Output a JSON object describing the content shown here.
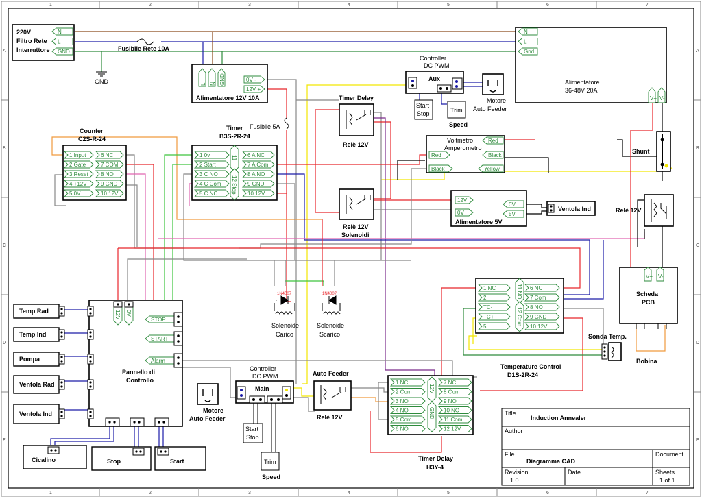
{
  "sheet": {
    "col_numbers": [
      "1",
      "2",
      "3",
      "4",
      "5",
      "6",
      "7"
    ],
    "row_letters": [
      "A",
      "B",
      "C",
      "D",
      "E"
    ]
  },
  "mains": {
    "title": [
      "220V",
      "Filtro Rete",
      "Interruttore"
    ],
    "pins": [
      "N",
      "L",
      "GND"
    ],
    "fuse_label": "Fusibile Rete 10A",
    "gnd_label": "GND"
  },
  "psu_big": {
    "title": [
      "Alimentatore",
      "36-48V 20A"
    ],
    "pins": [
      "N",
      "L",
      "Gnd"
    ],
    "out_pins": [
      "V+",
      "V-"
    ]
  },
  "psu12": {
    "title": "Alimentatore 12V 10A",
    "in_pins": [
      "L",
      "N",
      "GND"
    ],
    "out_pins": [
      "0V -",
      "12V +"
    ]
  },
  "aux_ctrl": {
    "title": [
      "Controller",
      "DC PWM"
    ],
    "name": "Aux",
    "start_stop": [
      "Start",
      "Stop"
    ],
    "trim": "Trim",
    "speed": "Speed"
  },
  "motor_aux": {
    "title": [
      "Motore",
      "Auto Feeder"
    ]
  },
  "timer_delay_top": {
    "title": "Timer Delay",
    "relay": "Relè 12V"
  },
  "fuse5": "Fusibile 5A",
  "counter": {
    "title": [
      "Counter",
      "C2S-R-24"
    ],
    "pins_left": [
      "1 Input",
      "2 Gate",
      "3 Reset",
      "4 +12V",
      "5 0V"
    ],
    "pins_right": [
      "6 NC",
      "7 COM",
      "8 NO",
      "9 GND",
      "10 12V"
    ]
  },
  "timer_b3s": {
    "title": [
      "Timer",
      "B3S-2R-24"
    ],
    "pins_left": [
      "1 0v",
      "2 Start",
      "3 C NO",
      "4 C Com",
      "5 C NC"
    ],
    "pins_right": [
      "6 A NC",
      "7 A Com",
      "8 A NO",
      "9 GND",
      "10 12V"
    ],
    "vertical": [
      "11",
      "12 Stop"
    ]
  },
  "voltmetro": {
    "title": [
      "Voltmetro",
      "Amperometro"
    ],
    "pins": [
      "Red",
      "Red",
      "Black",
      "Black",
      "Yellow"
    ]
  },
  "relay_solenoidi": {
    "title": [
      "Relè 12V",
      "Solenoidi"
    ]
  },
  "psu5": {
    "title": "Alimentatore 5V",
    "pins": [
      "12V",
      "0V",
      "0V",
      "5V"
    ]
  },
  "ventola_ind_top": "Ventola Ind",
  "shunt": "Shunt",
  "relay_right": "Relè 12V",
  "pcb": {
    "title": [
      "Scheda",
      "PCB"
    ],
    "pins": [
      "V+",
      "V-"
    ]
  },
  "sonda": "Sonda Temp.",
  "bobina": "Bobina",
  "temp_ctrl": {
    "title": [
      "Temperature Control",
      "D1S-2R-24"
    ],
    "pins_left": [
      "1 NC",
      "2",
      "TC-",
      "TC+",
      "5"
    ],
    "pins_right": [
      "6 NC",
      "7 Com",
      "8 NO",
      "9 GND",
      "10 12V"
    ],
    "vertical": [
      "11 NO",
      "12 Com"
    ]
  },
  "diodes": {
    "part": "1N4007",
    "sol1": [
      "Solenoide",
      "Carico"
    ],
    "sol2": [
      "Solenoide",
      "Scarico"
    ]
  },
  "panel": {
    "title": [
      "Pannello di",
      "Controllo"
    ],
    "left_buttons": [
      "Temp Rad",
      "Temp Ind",
      "Pompa",
      "Ventola Rad",
      "Ventola Ind"
    ],
    "right_labels": [
      "STOP",
      "START",
      "Alarm"
    ],
    "top_pins": [
      "12V",
      "0V"
    ],
    "bottom": [
      "Cicalino",
      "Stop",
      "Start"
    ]
  },
  "motor_main": {
    "title": [
      "Motore",
      "Auto Feeder"
    ]
  },
  "main_ctrl": {
    "title": [
      "Controller",
      "DC PWM"
    ],
    "name": "Main",
    "start_stop": [
      "Start",
      "Stop"
    ],
    "trim": "Trim",
    "speed": "Speed"
  },
  "auto_feeder": {
    "title": "Auto Feeder",
    "relay": "Relè 12V"
  },
  "timer_h3y": {
    "title": [
      "Timer Delay",
      "H3Y-4"
    ],
    "pins_left": [
      "1 NC",
      "2 Com",
      "3 NO",
      "4 NO",
      "5 Com",
      "6 NO"
    ],
    "pins_right": [
      "7 NC",
      "8 Com",
      "9 NO",
      "10 NO",
      "11 Com",
      "12 12V"
    ],
    "vertical": [
      "12V",
      "GND"
    ]
  },
  "title_block": {
    "title_label": "Title",
    "title_value": "Induction Annealer",
    "author_label": "Author",
    "file_label": "File",
    "file_value": "Diagramma CAD",
    "document_label": "Document",
    "revision_label": "Revision",
    "revision_value": "1.0",
    "date_label": "Date",
    "sheets_label": "Sheets",
    "sheets_value": "1 of 1"
  },
  "colors": {
    "green": "#2e8b3c",
    "red": "#e8262b",
    "yellow": "#f2e600",
    "blue": "#1c1ca8",
    "brown": "#8b4a1a",
    "orange": "#f09a3e",
    "pink": "#e066b0",
    "grey": "#888888",
    "lime": "#3ec43e",
    "purple": "#7a2a8a",
    "black": "#000000"
  }
}
